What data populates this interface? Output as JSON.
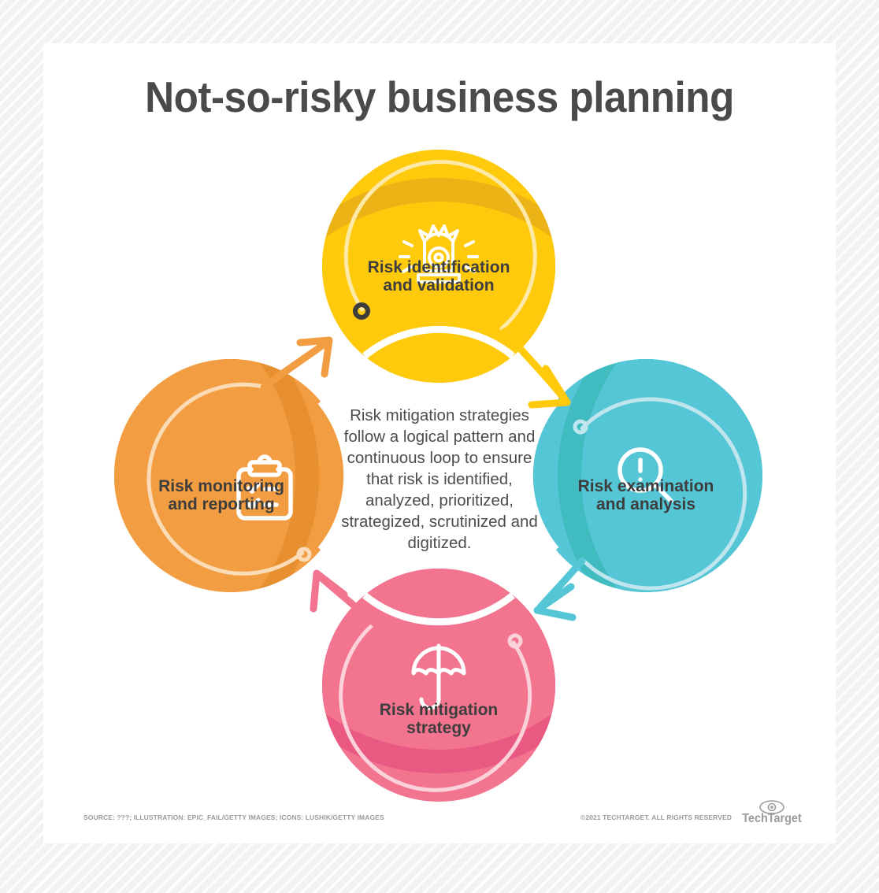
{
  "page": {
    "title": "Not-so-risky business planning",
    "background_color": "#f4f4f4",
    "card_color": "#ffffff"
  },
  "center": {
    "text": "Risk mitigation strategies follow a logical pattern and continuous loop to ensure that risk is identified, analyzed, prioritized, strategized, scrutinized and digitized."
  },
  "cycle": {
    "steps": [
      {
        "id": "risk-identification",
        "label_line1": "Risk identification",
        "label_line2": "and validation",
        "color": "#ffc90c",
        "accent_color": "#dfa51f",
        "arc_color": "#fde9a8",
        "icon": "siren-icon",
        "position": "top"
      },
      {
        "id": "risk-examination",
        "label_line1": "Risk examination",
        "label_line2": "and analysis",
        "color": "#54c6d6",
        "accent_color": "#2fb3ae",
        "arc_color": "#bfe6ee",
        "icon": "magnifier-alert-icon",
        "position": "right"
      },
      {
        "id": "risk-mitigation",
        "label_line1": "Risk mitigation",
        "label_line2": "strategy",
        "color": "#f2748f",
        "accent_color": "#e03e74",
        "arc_color": "#fbd2da",
        "icon": "umbrella-icon",
        "position": "bottom"
      },
      {
        "id": "risk-monitoring",
        "label_line1": "Risk monitoring",
        "label_line2": "and reporting",
        "color": "#f29d41",
        "accent_color": "#e08420",
        "arc_color": "#fbdcb6",
        "icon": "clipboard-checklist-icon",
        "position": "left"
      }
    ]
  },
  "footer": {
    "source": "SOURCE: ???; ILLUSTRATION: EPIC_FAIL/GETTY IMAGES; ICONS: LUSHIK/GETTY IMAGES",
    "copyright": "©2021 TECHTARGET. ALL RIGHTS RESERVED",
    "logo_text": "TechTarget",
    "logo_icon": "eye-icon"
  }
}
